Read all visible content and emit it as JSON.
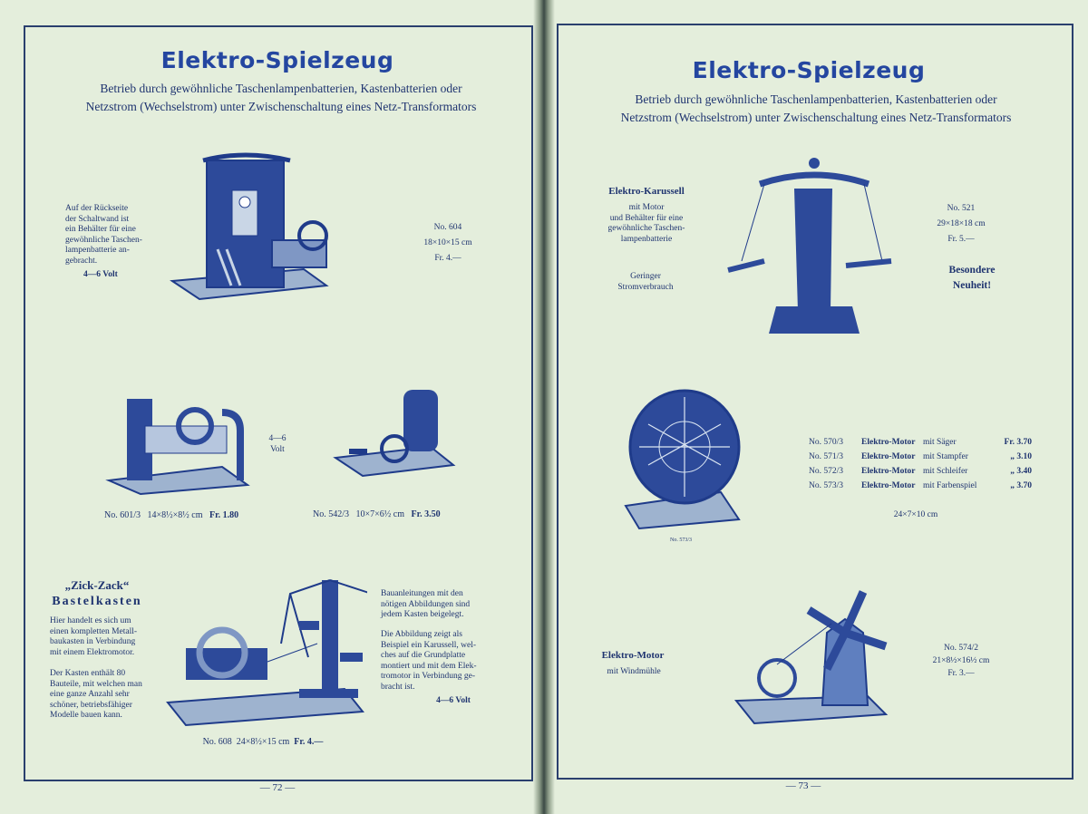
{
  "left_page": {
    "title": "Elektro-Spielzeug",
    "subtitle_1": "Betrieb durch gewöhnliche Taschenlampenbatterien, Kastenbatterien oder",
    "subtitle_2": "Netzstrom (Wechselstrom) unter Zwischenschaltung eines Netz-Transformators",
    "note_604": [
      "Auf der Rückseite",
      "der Schaltwand ist",
      "ein Behälter für eine",
      "gewöhnliche Taschen-",
      "lampenbatterie an-",
      "gebracht."
    ],
    "volt_604": "4—6 Volt",
    "item_604": {
      "no": "No. 604",
      "dims": "18×10×15 cm",
      "price": "Fr. 4.—"
    },
    "volt_middle": [
      "4—6",
      "Volt"
    ],
    "item_601": {
      "no": "No. 601/3",
      "dims": "14×8½×8½ cm",
      "price": "Fr. 1.80"
    },
    "item_542": {
      "no": "No. 542/3",
      "dims": "10×7×6½ cm",
      "price": "Fr. 3.50"
    },
    "zick_title": "„Zick-Zack“",
    "zick_sub": "Bastelkasten",
    "zick_text_1": [
      "Hier handelt es sich um",
      "einen kompletten Metall-",
      "baukasten in Verbindung",
      "mit einem Elektromotor."
    ],
    "zick_text_2": [
      "Der Kasten enthält 80",
      "Bauteile, mit welchen man",
      "eine ganze Anzahl sehr",
      "schöner, betriebsfähiger",
      "Modelle bauen kann."
    ],
    "right_text_1": [
      "Bauanleitungen mit den",
      "nötigen Abbildungen sind",
      "jedem Kasten beigelegt."
    ],
    "right_text_2": [
      "Die Abbildung zeigt als",
      "Beispiel ein Karussell, wel-",
      "ches auf die Grundplatte",
      "montiert und mit dem Elek-",
      "tromotor in Verbindung ge-",
      "bracht ist."
    ],
    "volt_608": "4—6 Volt",
    "item_608": {
      "no": "No. 608",
      "dims": "24×8½×15 cm",
      "price": "Fr. 4.—"
    },
    "page_number": "— 72 —"
  },
  "right_page": {
    "title": "Elektro-Spielzeug",
    "subtitle_1": "Betrieb durch gewöhnliche Taschenlampenbatterien, Kastenbatterien oder",
    "subtitle_2": "Netzstrom (Wechselstrom) unter Zwischenschaltung eines Netz-Transformators",
    "karussell_title": "Elektro-Karussell",
    "karussell_text": [
      "mit Motor",
      "und Behälter für eine",
      "gewöhnliche Taschen-",
      "lampenbatterie"
    ],
    "karussell_note": [
      "Geringer",
      "Stromverbrauch"
    ],
    "item_521": {
      "no": "No. 521",
      "dims": "29×18×18 cm",
      "price": "Fr. 5.—"
    },
    "highlight": [
      "Besondere",
      "Neuheit!"
    ],
    "motor_caption": "No. 573/3",
    "motors": [
      {
        "no": "No. 570/3",
        "name": "Elektro-Motor",
        "desc": "mit Säger",
        "price": "Fr. 3.70"
      },
      {
        "no": "No. 571/3",
        "name": "Elektro-Motor",
        "desc": "mit Stampfer",
        "price": "„ 3.10"
      },
      {
        "no": "No. 572/3",
        "name": "Elektro-Motor",
        "desc": "mit Schleifer",
        "price": "„ 3.40"
      },
      {
        "no": "No. 573/3",
        "name": "Elektro-Motor",
        "desc": "mit Farbenspiel",
        "price": "„ 3.70"
      }
    ],
    "motor_dims": "24×7×10 cm",
    "windmill_title": "Elektro-Motor",
    "windmill_sub": "mit Windmühle",
    "item_574": {
      "no": "No. 574/2",
      "dims": "21×8½×16½ cm",
      "price": "Fr. 3.—"
    },
    "page_number": "— 73 —"
  }
}
